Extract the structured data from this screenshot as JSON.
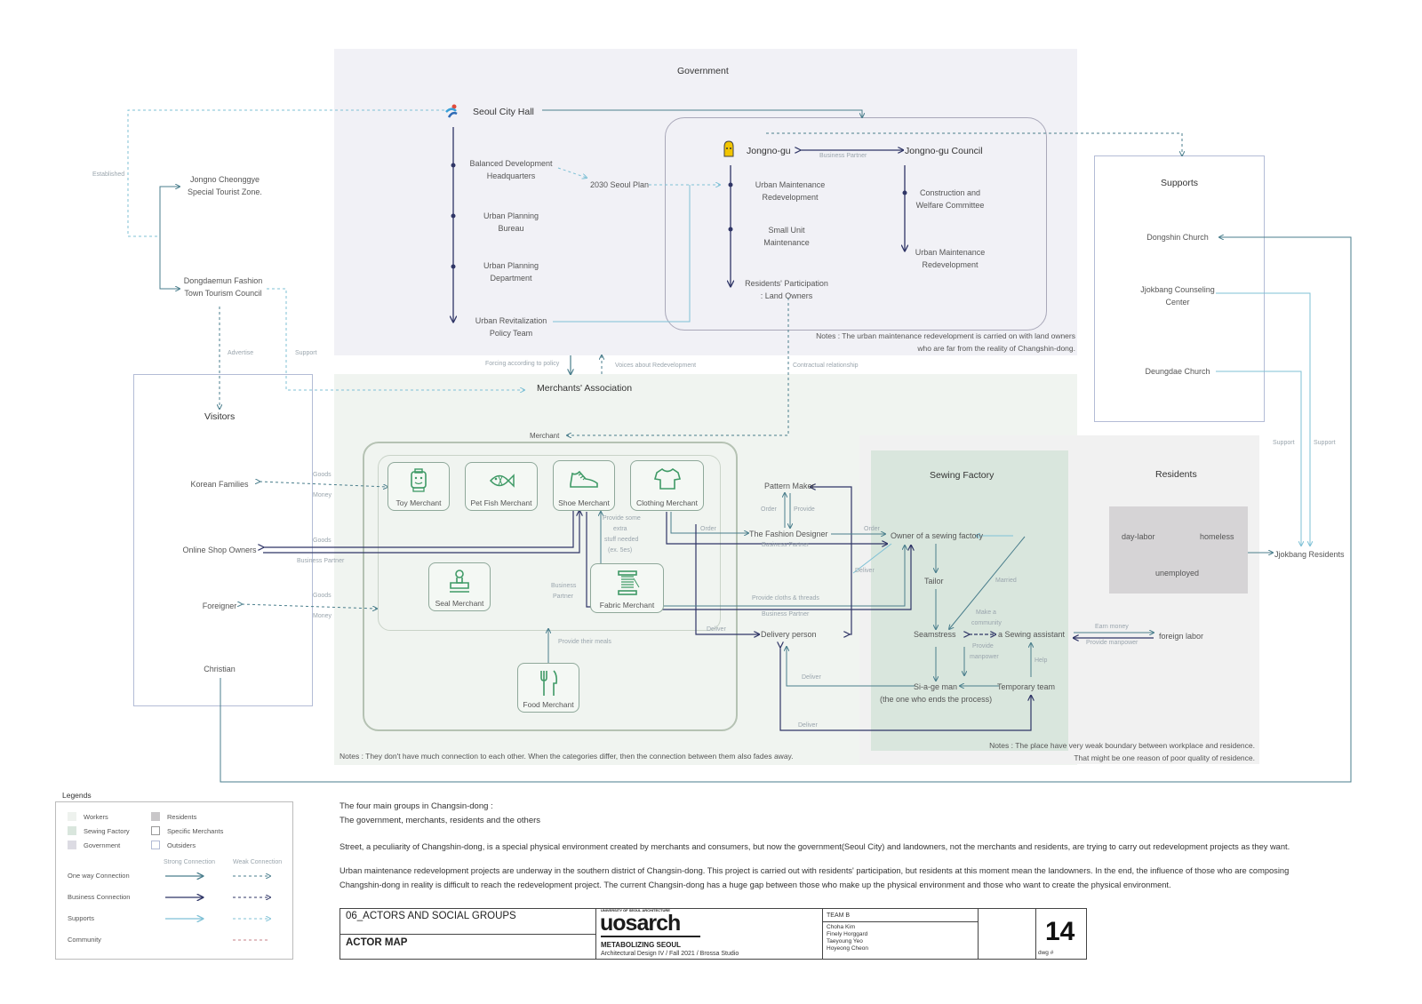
{
  "regions": {
    "government": "Government",
    "merchants_association": "Merchants' Association",
    "visitors": "Visitors",
    "supports": "Supports",
    "sewing_factory": "Sewing Factory",
    "residents": "Residents"
  },
  "government": {
    "seoul_city_hall": "Seoul City Hall",
    "depts": [
      [
        "Balanced Development",
        "Headquarters"
      ],
      [
        "Urban Planning",
        "Bureau"
      ],
      [
        "Urban Planning",
        "Department"
      ],
      [
        "Urban Revitalization",
        "Policy Team"
      ]
    ],
    "plan": "2030 Seoul Plan",
    "jongno_gu": "Jongno-gu",
    "jongno_council": "Jongno-gu Council",
    "business_partner": "Business Partner",
    "gu_items": [
      [
        "Urban Maintenance",
        "Redevelopment"
      ],
      [
        "Small Unit",
        "Maintenance"
      ],
      [
        "Residents' Participation",
        ": Land Owners"
      ]
    ],
    "council_items": [
      [
        "Construction and",
        "Welfare Committee"
      ],
      [
        "Urban Maintenance",
        "Redevelopment"
      ]
    ],
    "note": [
      "Notes : The urban maintenance redevelopment is carried on with land owners",
      "who are far from the reality of Changshin-dong."
    ]
  },
  "left": {
    "cheonggye": [
      "Jongno Cheonggye",
      "Special Tourist Zone."
    ],
    "dongdaemun": [
      "Dongdaemun Fashion",
      "Town Tourism Council"
    ],
    "established": "Established",
    "advertise": "Advertise",
    "support": "Support"
  },
  "between": {
    "forcing": "Forcing according to policy",
    "voices": "Voices about Redevelopment",
    "contractual": "Contractual relationship",
    "merchant": "Merchant"
  },
  "visitors": [
    "Korean Families",
    "Online Shop Owners",
    "Foreigner",
    "Christian"
  ],
  "visitor_links": {
    "goods": "Goods",
    "money": "Money",
    "business_partner": "Business Partner"
  },
  "merchants": {
    "toy": "Toy Merchant",
    "pet_fish": "Pet Fish Merchant",
    "shoe": "Shoe Merchant",
    "clothing": "Clothing Merchant",
    "seal": "Seal Merchant",
    "fabric": "Fabric Merchant",
    "food": "Food Merchant",
    "extra": [
      "Provide some",
      "extra",
      "stuff needed",
      "(ex. 5es)"
    ],
    "business_partner": [
      "Business",
      "Partner"
    ],
    "meals": "Provide their meals",
    "note": "Notes : They don't have much connection to each other. When the categories differ, then the connection between them also fades away."
  },
  "middle": {
    "pattern_maker": "Pattern Maker",
    "fashion_designer": "The Fashion Designer",
    "delivery_person": "Delivery person",
    "order": "Order",
    "provide": "Provide",
    "business_partner": "Business Partner",
    "provide_cloths": "Provide cloths & threads",
    "deliver": "Deliver"
  },
  "sewing": {
    "owner": "Owner of a sewing factory",
    "tailor": "Tailor",
    "seamstress": "Seamstress",
    "assistant": "a Sewing assistant",
    "siage": "Si-a-ge man",
    "siage_note": "(the one who ends the process)",
    "temporary": "Temporary team",
    "married": "Married",
    "make_community": [
      "Make a",
      "community"
    ],
    "provide_manpower": [
      "Provide",
      "manpower"
    ],
    "help": "Help",
    "deliver": "Deliver",
    "order": "Order"
  },
  "residents": {
    "day_labor": "day-labor",
    "homeless": "homeless",
    "unemployed": "unemployed",
    "foreign_labor": "foreign labor",
    "jjokbang_residents": "Jjokbang Residents",
    "earn_money": "Earn money",
    "provide_manpower": "Provide manpower",
    "note": [
      "Notes : The place have very weak boundary between workplace and residence.",
      "That might be one reason of poor quality of residence."
    ]
  },
  "supports": {
    "items": [
      "Dongshin Church",
      "Jjokbang Counseling",
      "Center",
      "Deungdae Church"
    ],
    "support": "Support"
  },
  "legend": {
    "title": "Legends",
    "swatches": [
      "Workers",
      "Sewing Factory",
      "Government",
      "Residents",
      "Specific Merchants",
      "Outsiders"
    ],
    "strong": "Strong Connection",
    "weak": "Weak Connection",
    "rows": [
      "One way Connection",
      "Business Connection",
      "Supports",
      "Community"
    ],
    "colors": {
      "oneway": "#4a7e8c",
      "business": "#2f3566",
      "supports": "#7fc1d6",
      "community": "#c47f86"
    }
  },
  "text": {
    "p1": [
      "The four main groups in Changsin-dong :",
      "The government, merchants, residents and the others"
    ],
    "p2": "Street, a peculiarity of Changshin-dong, is a special physical environment created by merchants and consumers, but now the government(Seoul City) and landowners, not the merchants and residents, are trying to carry out redevelopment projects as they want.",
    "p3": [
      "Urban maintenance redevelopment projects are underway in the southern district of Changsin-dong. This project is carried out with residents' participation, but residents at this moment mean the landowners. In the end, the influence of those who are composing",
      "Changshin-dong in reality is difficult to reach the redevelopment project. The current Changsin-dong has a huge gap between those who make up the physical environment and those who want to create the physical environment."
    ]
  },
  "titleblock": {
    "section": "06_ACTORS AND SOCIAL GROUPS",
    "title": "ACTOR MAP",
    "univ": "UNIVERSITY OF SEOUL ARCHITECTURE",
    "logo": "uosarch",
    "project": "METABOLIZING SEOUL",
    "course": "Architectural Design IV / Fall 2021 / Brossa Studio",
    "team": "TEAM B",
    "members": [
      "Choha Kim",
      "Finely Horggard",
      "Taeyoung Yeo",
      "Hoyeong Cheon"
    ],
    "dwg_number": "14",
    "dwg_label": "dwg #"
  }
}
